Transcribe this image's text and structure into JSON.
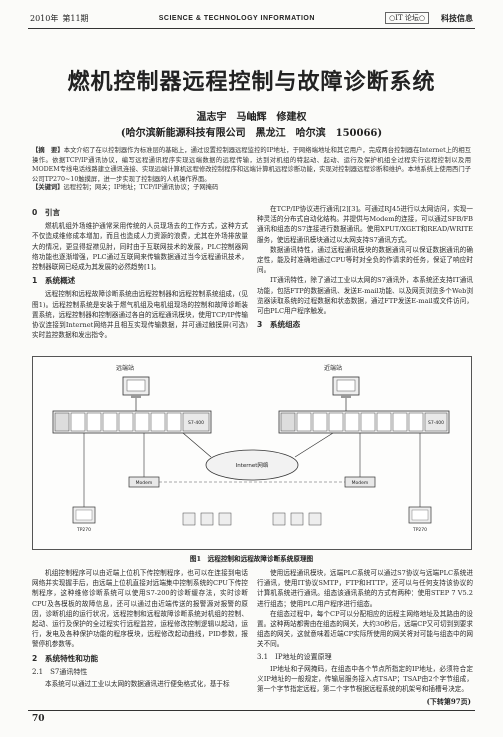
{
  "header": {
    "year_label": "2010年",
    "issue_label": "第11期",
    "journal": "SCIENCE & TECHNOLOGY INFORMATION",
    "logo_text": "○IT 论坛○",
    "section": "科技信息"
  },
  "article": {
    "title": "燃机控制器远程控制与故障诊断系统",
    "authors": "温志宇　马岫辉　修建权",
    "affiliation": "(哈尔滨新能源科技有限公司　黑龙江　哈尔滨　150066)",
    "abstract_label": "【摘　要】",
    "abstract_text": "本文介绍了在以控制器作为标准层的基础上，通过设置控制器远程监控的IP地址，于网络端地址和其它用户，完成两台控制器在Internet上的相互操作。依据TCP/IP通讯协议，编写远程通讯程序实现远端数据的远程传输，达到对机组的特起动、起动、运行及保护机组全过程实行远程控制以及用MODEM专线电话线路建立通讯连接、实现远端计算机远程修改控制程序和远端计算机远程诊断功能，实现对控制器远程诊断和维护。本地系统上使用西门子公司TP270~10触摸屏，进一步实现了控制器的人机操作界面。",
    "keywords_label": "【关键词】",
    "keywords_text": "远程控制；网关；IP地址；TCP/IP通讯协议；子网掩码"
  },
  "sections": {
    "s0_heading": "0　引言",
    "s0_text": "燃机机组外场维护通常采用传统的人员现场去的工作方式，这种方式不仅造成维修成本增加，而且也造成人力资源的浪费，尤其在外场排放量大的情况，更显得捉襟见肘，同时由于互联网技术的发展，PLC控制器网络功能也逐渐增强，PLC通过互联网来传输数据通过当今远程通讯技术，控制器联网已经成为其发展的必然趋势[1]。",
    "s1_heading": "1　系统概述",
    "s1_text": "远程控制和远程故障诊断系统由远程控制器和远程控制系统组成，(见图1)。远程控制系统是安装于燃气机组及电机组现场的控制和故障诊断装置系统，远程控制器和控制器通过各自的远程通讯模块，使用TCP/IP传输协议连接到Internet网络并且相互实现传输数据，并可通过触摸屏(可选)实时监控数据和发出指令。",
    "right_top_text": "在TCP/IP协议进行通讯[2][3]。可通过RJ45进行以太网访问，实现一种灵活的分布式自动化结构。并提供与Modem的连接，可以通过SFB/FB通讯和组态的S7连接进行数据通讯。使用XPUT/XGET和READ/WRITE服务，使远程通讯模块通过以太网支持S7通讯方式。",
    "right_p2": "数据通讯特性，通过远程通讯模块的数据通讯可以保证数据通讯的确定性，能及时准确地通过CPU等时对全负的作请求的任务，保证了响应时间。",
    "right_p3": "IT通讯特性，除了通过工业以太网的S7通讯外，本系统还支持IT通讯功能，包括FTP的数据通讯、发送E-mail功能、以及网页浏览多个Web浏览器读取系统的过程数据和状态数据，通过FTP发送E-mail或文件访问，可由PLC用户程序触发。",
    "s3_heading": "3　系统组态",
    "fig_caption": "图1　远程控制和远程故障诊断系统原理图",
    "left2_text": "机组控制程序可以由近端上位机下传控制程序，也可以在连接到电话网络并实现握手后，由远端上位机直接对远端集中控制系统的CPU下传控制程序，这种维修诊断系统可以使用S7-200的诊断缓存法，实时诊断CPU及各模板的故障信息，还可以通过由近端传送的报警源对报警的原因，诊断机组的运行状况，远程控制和远程故障诊断系统对机组的控制、起动、运行及保护的全过程实行远程监控，运程修改控制逻辑以起动，运行，发电及各种保护功能的程序模块，远程修改起动曲线，PID参数，报警停机参数等。",
    "s2_heading": "2　系统特性和功能",
    "s21_heading": "2.1　S7通讯特性",
    "s21_text": "本系统可以通过工业以太网的数据通讯进行便免格式化，基于标",
    "right2_text": "使用远程通讯模块，远端PLC系统可以通过S7协议与远端PLC系统进行通讯，使用IT协议SMTP，FTP和HTTP，还可以与任何支持该协议的计算机系统进行通讯。组态该通讯系统的方式有两种：使用STEP 7 V5.2进行组态；使用PLC用户程序进行组态。",
    "right2_p2": "在组态过程中，每个CP可以分配相应的远程主网络地址及其路由的设置。这种两站都需由在组态的网关，大约30秒后，远端CP又可切到到要求组态的网关，这就意味着近端CP实际所使用的网关将对可能与组态中的网关不同。",
    "s31_heading": "3.1　IP地址的设置原理",
    "s31_text": "IP地址和子网掩码，在组态中各个节点所指定的IP地址，必须符合定义IP地址的一般规定，传输层服务接入点TSAP；TSAP由2个字节组成，第一个字节指定远程，第二个字节根据远程系统的机架号和插槽号决定。",
    "continued": "(下转第97页)"
  },
  "figure": {
    "left_title": "远端站",
    "right_title": "近端站",
    "network_label": "Internet网络",
    "modem_label": "Modem",
    "plc_label": "S7-400",
    "hmi_label": "TP270"
  },
  "footer": {
    "page_number": "70"
  }
}
